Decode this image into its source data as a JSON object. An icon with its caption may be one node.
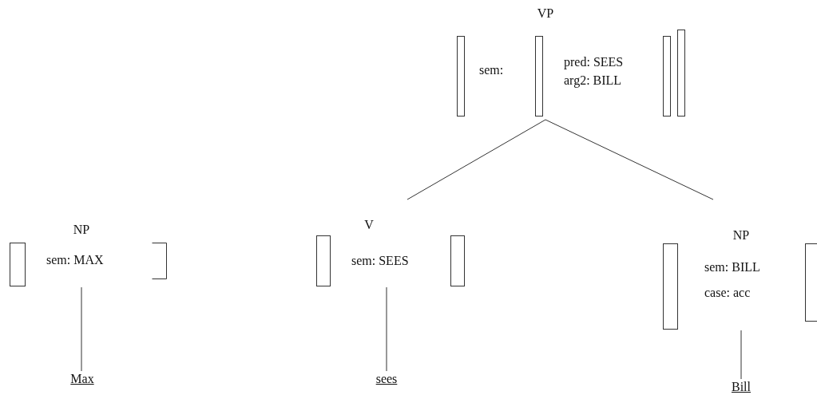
{
  "diagram": {
    "nodes": [
      {
        "text": [
          "VP",
          "sem:",
          "pred: SEES",
          "arg2: BILL"
        ]
      },
      {
        "text": [
          "NP",
          "sem: MAX"
        ]
      },
      {
        "text": [
          "V",
          "sem: SEES"
        ]
      },
      {
        "text": [
          "NP",
          "sem: BILL",
          "case: acc"
        ]
      },
      {
        "text": [
          "Max"
        ]
      },
      {
        "text": [
          "sees"
        ]
      },
      {
        "text": [
          "Bill"
        ]
      }
    ],
    "edges": [
      {
        "from": 0,
        "to": 2,
        "arrow": "none"
      },
      {
        "from": 0,
        "to": 3,
        "arrow": "none"
      },
      {
        "from": 1,
        "to": 4,
        "arrow": "none"
      },
      {
        "from": 2,
        "to": 5,
        "arrow": "none"
      },
      {
        "from": 3,
        "to": 6,
        "arrow": "none"
      }
    ]
  }
}
